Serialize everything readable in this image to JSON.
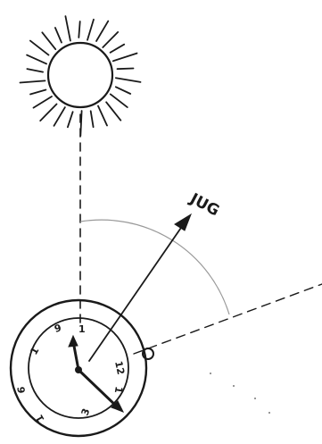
{
  "direction_label": "JUG",
  "dial_numbers": [
    "9",
    "12",
    "3",
    "6",
    "1",
    "1",
    "1",
    "1"
  ],
  "ink_color": "#1a1a1a"
}
